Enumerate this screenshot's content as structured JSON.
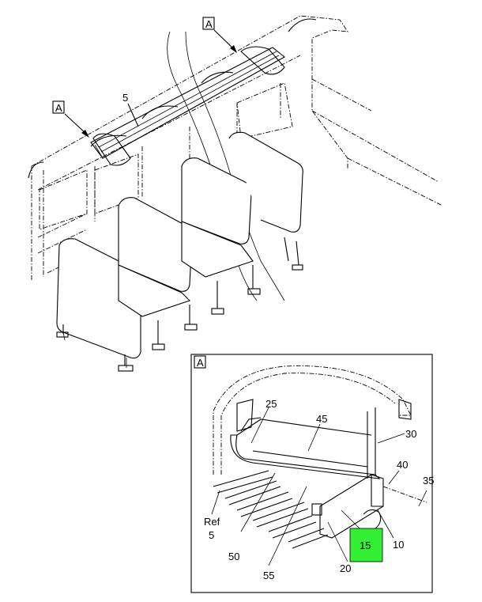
{
  "callouts": {
    "view_a_top": "A",
    "view_a_left": "A",
    "view_a_detail": "A",
    "item_5": "5",
    "item_10": "10",
    "item_15": "15",
    "item_20": "20",
    "item_25": "25",
    "item_30": "30",
    "item_35": "35",
    "item_40": "40",
    "item_45": "45",
    "item_50": "50",
    "item_55": "55",
    "ref": "Ref",
    "ref_5": "5"
  },
  "colors": {
    "highlight": "#33ee33",
    "line": "#000000",
    "background": "#ffffff"
  }
}
